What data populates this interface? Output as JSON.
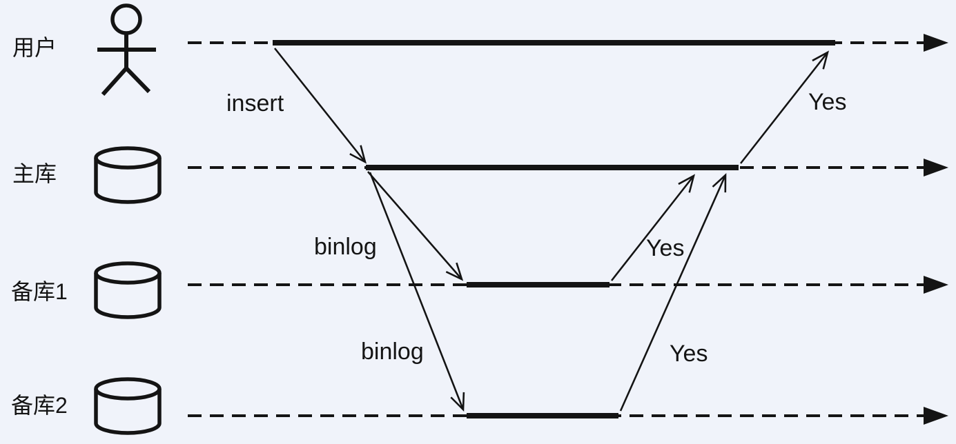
{
  "canvas": {
    "background_color": "#f0f3fa",
    "line_color": "#141414"
  },
  "lanes": [
    {
      "label": "用户",
      "icon": "person-icon"
    },
    {
      "label": "主库",
      "icon": "database-icon"
    },
    {
      "label": "备库1",
      "icon": "database-icon"
    },
    {
      "label": "备库2",
      "icon": "database-icon"
    }
  ],
  "messages": [
    {
      "label": "insert",
      "from": "用户",
      "to": "主库"
    },
    {
      "label": "binlog",
      "from": "主库",
      "to": "备库1"
    },
    {
      "label": "binlog",
      "from": "主库",
      "to": "备库2"
    },
    {
      "label": "Yes",
      "from": "备库1",
      "to": "主库"
    },
    {
      "label": "Yes",
      "from": "备库2",
      "to": "主库"
    },
    {
      "label": "Yes",
      "from": "主库",
      "to": "用户"
    }
  ]
}
